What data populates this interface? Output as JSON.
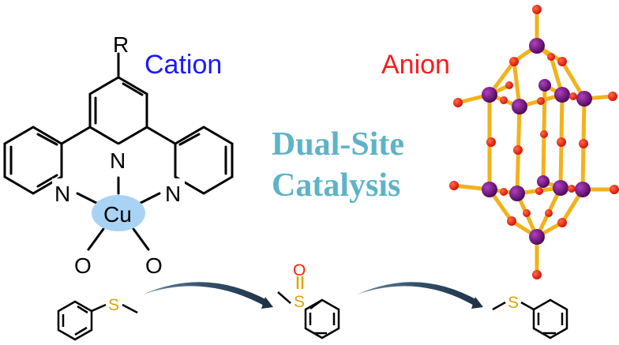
{
  "labels": {
    "cation": "Cation",
    "anion": "Anion",
    "title_line1": "Dual-Site",
    "title_line2": "Catalysis",
    "substituent": "R",
    "metal": "Cu",
    "nitrogen": "N",
    "oxygen": "O",
    "sulfur": "S"
  },
  "colors": {
    "cation_text": "#1a1aff",
    "anion_text": "#ff1a1a",
    "title_text": "#5fb3c6",
    "metal_fill": "#a9d3f5",
    "sulfur": "#e6a100",
    "oxygen_atom": "#ff2200",
    "metal_atom": "#6a0d7a",
    "bond": "#f2b21a",
    "arrow": "#34506a"
  }
}
